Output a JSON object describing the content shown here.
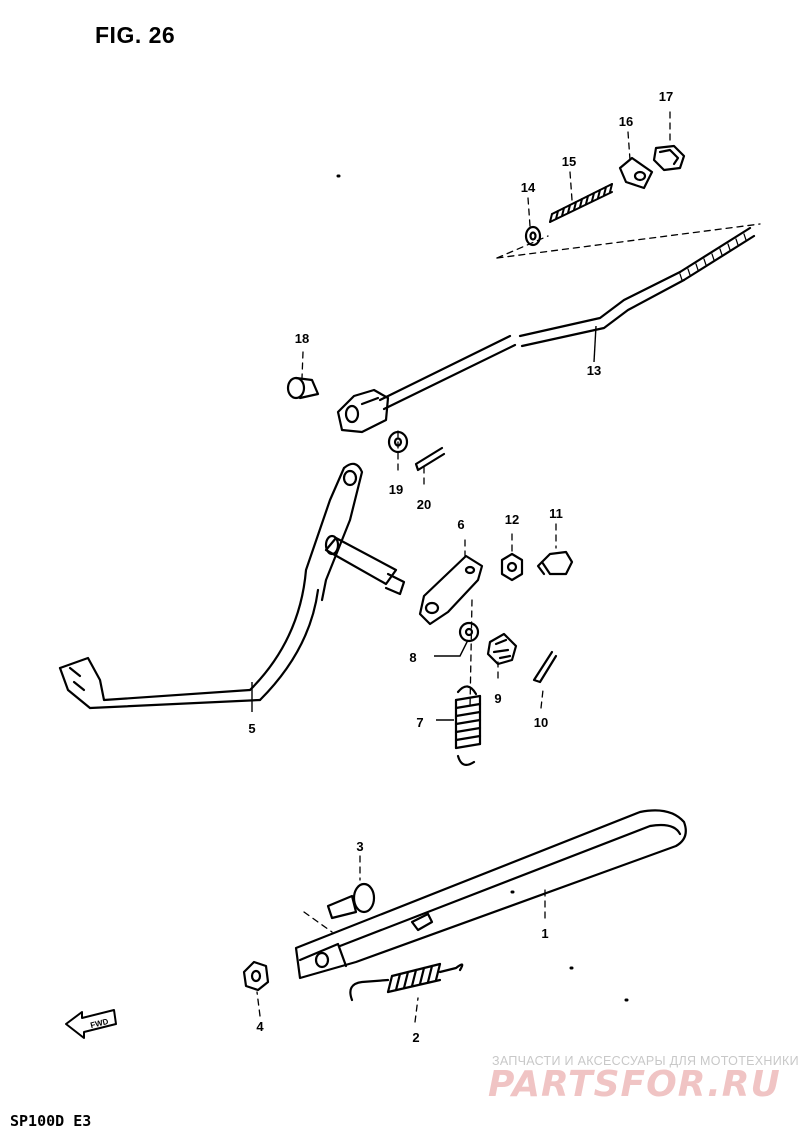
{
  "figure_title": "FIG. 26",
  "model_code": "SP100D E3",
  "fwd_arrow_label": "FWD",
  "watermark": {
    "caption": "ЗАПЧАСТИ И АКСЕССУАРЫ ДЛЯ МОТОТЕХНИКИ",
    "logo_text": "PARTSFOR.RU"
  },
  "parts": [
    {
      "number": "1",
      "name": "side-stand"
    },
    {
      "number": "2",
      "name": "stand-spring"
    },
    {
      "number": "3",
      "name": "stand-bolt"
    },
    {
      "number": "4",
      "name": "stand-nut"
    },
    {
      "number": "5",
      "name": "rear-brake-pedal"
    },
    {
      "number": "6",
      "name": "brake-lever-plate"
    },
    {
      "number": "7",
      "name": "return-spring"
    },
    {
      "number": "8",
      "name": "washer"
    },
    {
      "number": "9",
      "name": "castle-nut"
    },
    {
      "number": "10",
      "name": "cotter-pin"
    },
    {
      "number": "11",
      "name": "flange-bolt"
    },
    {
      "number": "12",
      "name": "nut"
    },
    {
      "number": "13",
      "name": "brake-rod"
    },
    {
      "number": "14",
      "name": "washer"
    },
    {
      "number": "15",
      "name": "rod-spring"
    },
    {
      "number": "16",
      "name": "rod-joint"
    },
    {
      "number": "17",
      "name": "adjusting-nut"
    },
    {
      "number": "18",
      "name": "clevis-pin"
    },
    {
      "number": "19",
      "name": "washer"
    },
    {
      "number": "20",
      "name": "cotter-pin"
    }
  ]
}
